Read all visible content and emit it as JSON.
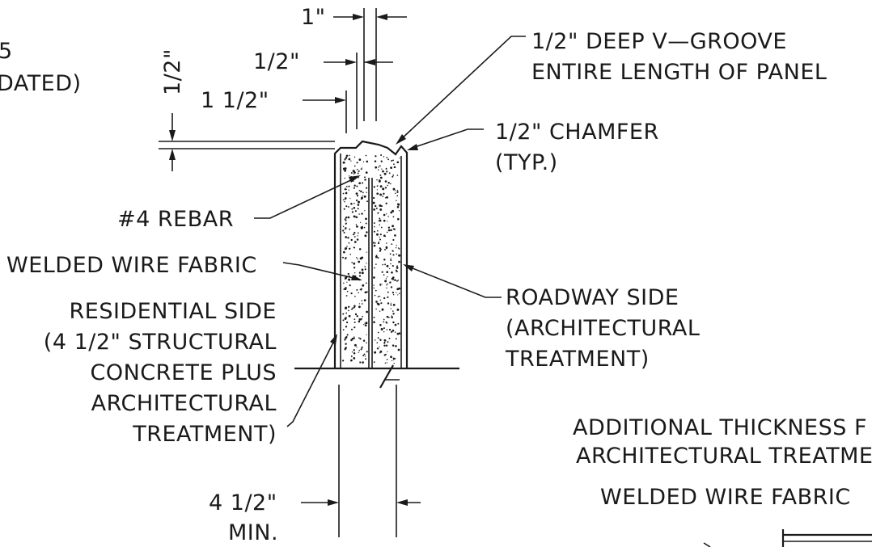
{
  "dimensions": {
    "d_1in": "1\"",
    "d_half_in": "1/2\"",
    "d_one_half_in": "1 1/2\"",
    "d_half_vertical": "1/2\"",
    "d_four_half_in": "4 1/2\"",
    "d_min": "MIN."
  },
  "labels": {
    "left_partial_1": "5",
    "left_partial_2": "DATED)",
    "vgroove_1": "1/2\" DEEP V—GROOVE",
    "vgroove_2": "ENTIRE LENGTH OF PANEL",
    "chamfer_1": "1/2\" CHAMFER",
    "chamfer_2": "(TYP.)",
    "rebar": "#4 REBAR",
    "wwf": "WELDED WIRE FABRIC",
    "residential_1": "RESIDENTIAL SIDE",
    "residential_2": "(4 1/2\" STRUCTURAL",
    "residential_3": "CONCRETE PLUS",
    "residential_4": "ARCHITECTURAL",
    "residential_5": "TREATMENT)",
    "roadway_1": "ROADWAY SIDE",
    "roadway_2": "(ARCHITECTURAL",
    "roadway_3": "TREATMENT)",
    "additional_1": "ADDITIONAL THICKNESS F",
    "additional_2": "ARCHITECTURAL TREATME",
    "wwf_right": "WELDED WIRE FABRIC"
  }
}
